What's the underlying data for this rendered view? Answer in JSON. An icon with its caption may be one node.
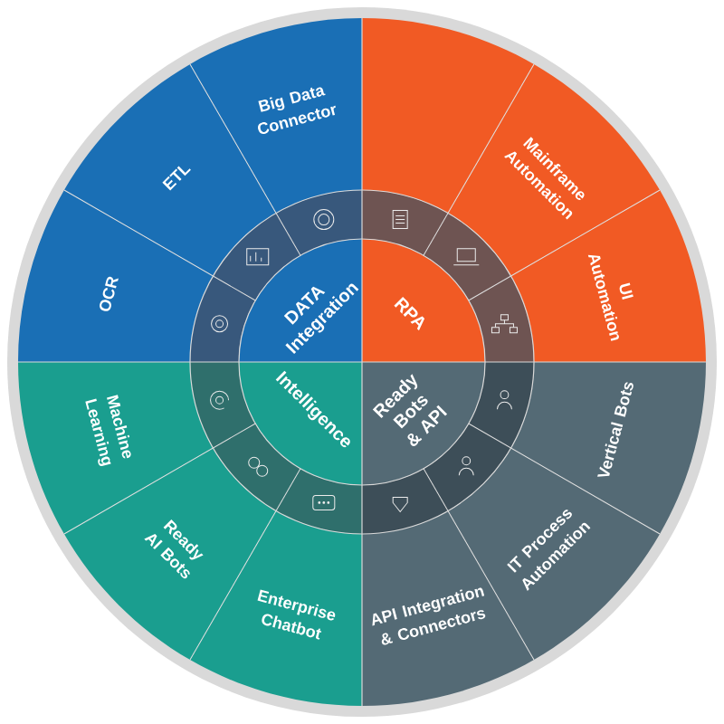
{
  "diagram": {
    "nodes": [
      {
        "text": [
          "DATA Integration"
        ]
      },
      {
        "text": [
          "RPA"
        ]
      },
      {
        "text": [
          "Ready Bots & API"
        ]
      },
      {
        "text": [
          "Intelligence"
        ]
      },
      {
        "text": [
          "Big Data Connector"
        ]
      },
      {
        "text": [
          "ETL"
        ]
      },
      {
        "text": [
          "OCR"
        ]
      },
      {
        "text": [],
        "shape": "sector"
      },
      {
        "text": [
          "Mainframe Automation"
        ]
      },
      {
        "text": [
          "UI Automation"
        ]
      },
      {
        "text": [
          "Vertical Bots"
        ]
      },
      {
        "text": [
          "IT Process Automation"
        ]
      },
      {
        "text": [
          "API Integration & Connectors"
        ]
      },
      {
        "text": [
          "Enterprise Chatbot"
        ]
      },
      {
        "text": [
          "Ready AI Bots"
        ]
      },
      {
        "text": [
          "Machine Learning"
        ]
      }
    ]
  }
}
